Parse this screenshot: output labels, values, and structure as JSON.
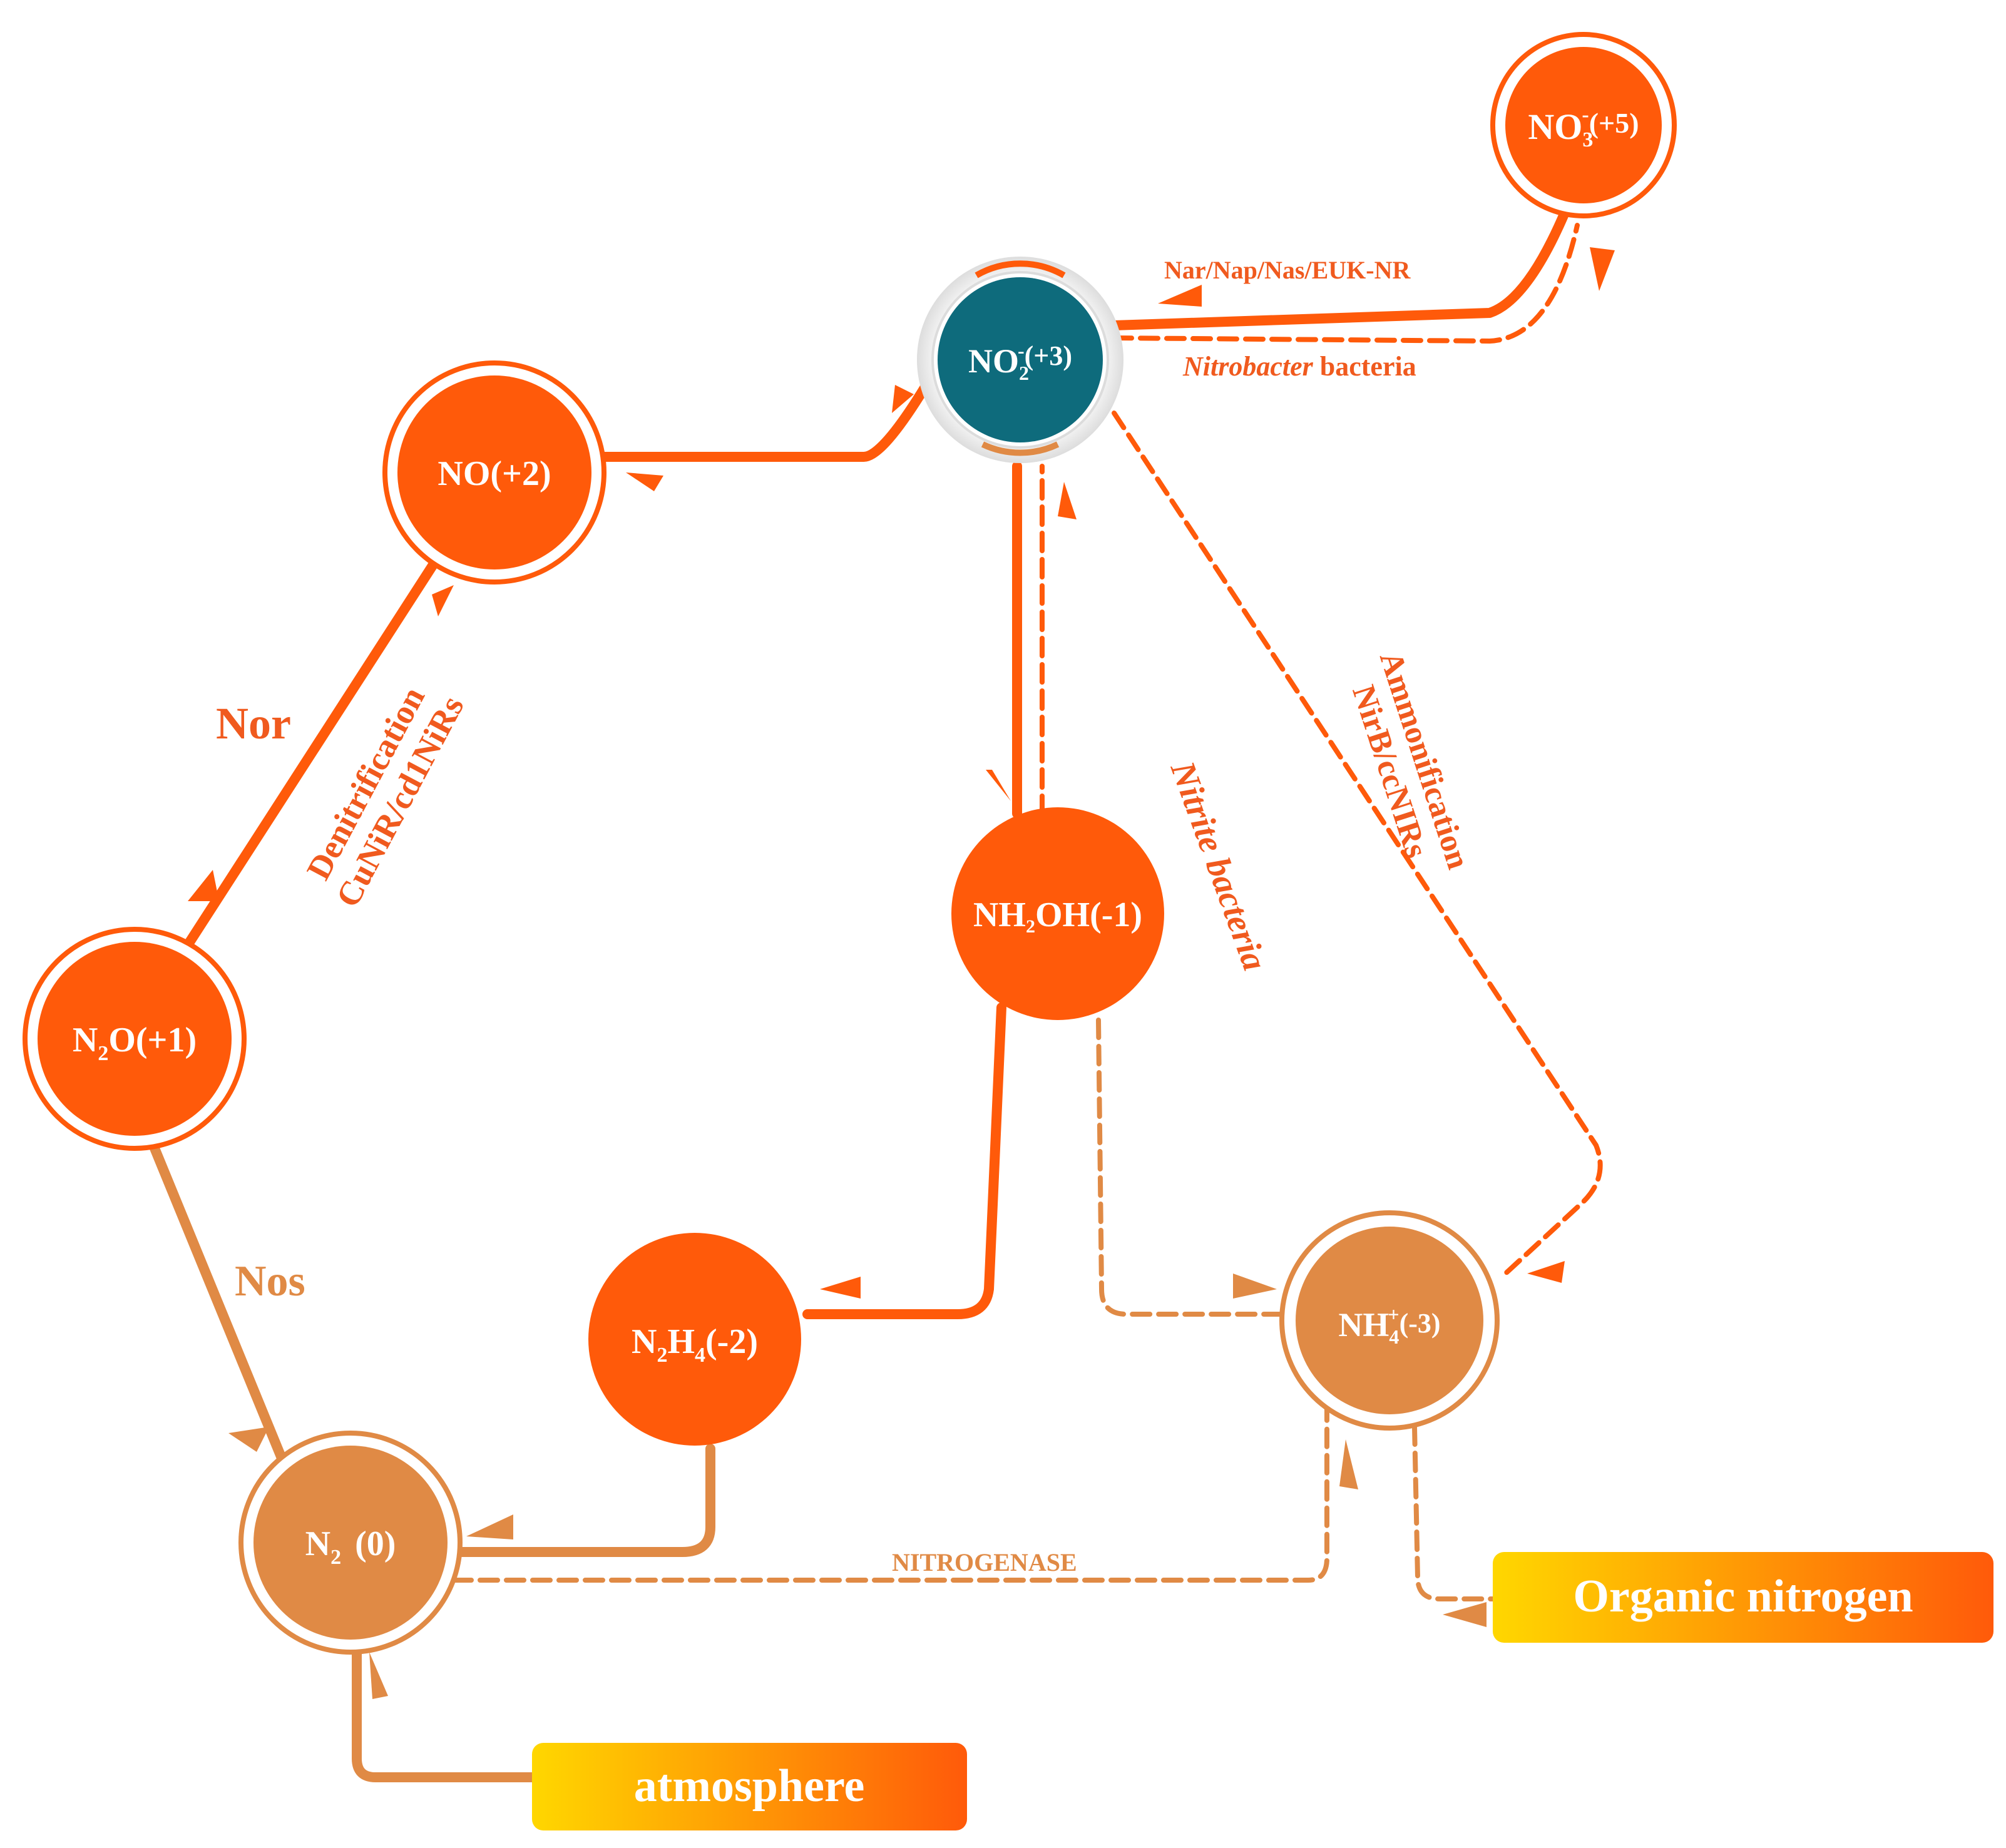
{
  "nodes": {
    "no3": {
      "label": "NO",
      "sub": "3",
      "sup": "-",
      "ox": "(+5)"
    },
    "no2": {
      "label": "NO",
      "sub": "2",
      "sup": "-",
      "ox": "(+3)"
    },
    "no": {
      "label": "NO(+2)"
    },
    "n2o": {
      "label": "N",
      "sub": "2",
      "rest": "O(+1)"
    },
    "nh2oh": {
      "label": "NH",
      "sub": "2",
      "rest": "OH(-1)"
    },
    "n2h4": {
      "label": "N",
      "sub": "2",
      "mid": "H",
      "sub2": "4",
      "rest": "(-2)"
    },
    "n2": {
      "label": "N",
      "sub": "2",
      "rest": "(0)"
    },
    "nh4": {
      "label": "NH",
      "sub": "4",
      "sup": "+",
      "ox": "(-3)"
    }
  },
  "edge_labels": {
    "nar": "Nar/Nap/Nas/EUK-NR",
    "nitrobacter_italic": "Nitrobacter",
    "nitrobacter_rest": " bacteria",
    "nor": "Nor",
    "denitrification": "Denitrification",
    "cunir": "CuNiR/cd1NiRs",
    "nitrite_bacteria": "Nitrite bacteria",
    "ammonification": "Ammonification",
    "nirb": "NirB/ccNIRs",
    "nos": "Nos",
    "nitrogenase": "NITROGENASE"
  },
  "boxes": {
    "organic": "Organic nitrogen",
    "atmosphere": "atmosphere"
  },
  "colors": {
    "orange": "#ff5a0a",
    "tan": "#e08a45",
    "teal": "#0e6b7c",
    "gradient_start": "#ffd700",
    "gradient_end": "#ff5a0a"
  }
}
